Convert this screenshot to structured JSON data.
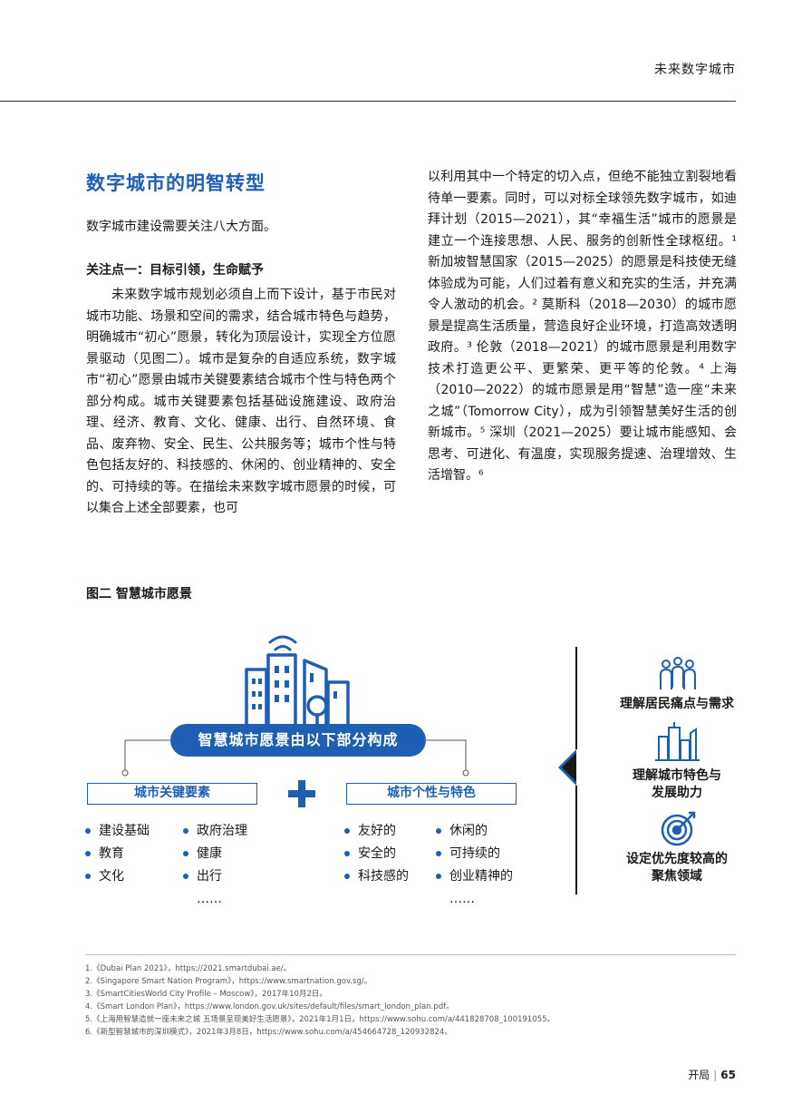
{
  "header": {
    "title": "未来数字城市"
  },
  "section": {
    "title": "数字城市的明智转型",
    "intro": "数字城市建设需要关注八大方面。",
    "focus_heading": "关注点一：目标引领，生命赋予"
  },
  "body": {
    "left_para": "未来数字城市规划必须自上而下设计，基于市民对城市功能、场景和空间的需求，结合城市特色与趋势，明确城市“初心”愿景，转化为顶层设计，实现全方位愿景驱动（见图二）。城市是复杂的自适应系统，数字城市“初心”愿景由城市关键要素结合城市个性与特色两个部分构成。城市关键要素包括基础设施建设、政府治理、经济、教育、文化、健康、出行、自然环境、食品、废弃物、安全、民生、公共服务等；城市个性与特色包括友好的、科技感的、休闲的、创业精神的、安全的、可持续的等。在描绘未来数字城市愿景的时候，可以集合上述全部要素，也可",
    "right_para": "以利用其中一个特定的切入点，但绝不能独立割裂地看待单一要素。同时，可以对标全球领先数字城市，如迪拜计划（2015—2021），其“幸福生活”城市的愿景是建立一个连接思想、人民、服务的创新性全球枢纽。¹ 新加坡智慧国家（2015—2025）的愿景是科技使无缝体验成为可能，人们过着有意义和充实的生活，并充满令人激动的机会。² 莫斯科（2018—2030）的城市愿景是提高生活质量，营造良好企业环境，打造高效透明政府。³ 伦敦（2018—2021）的城市愿景是利用数字技术打造更公平、更繁荣、更平等的伦敦。⁴ 上海（2010—2022）的城市愿景是用“智慧”造一座“未来之城”（Tomorrow City），成为引领智慧美好生活的创新城市。⁵ 深圳（2021—2025）要让城市能感知、会思考、可进化、有温度，实现服务提速、治理增效、生活增智。⁶"
  },
  "figure": {
    "caption": "图二  智慧城市愿景",
    "center_label": "智慧城市愿景由以下部分构成",
    "left_box": "城市关键要素",
    "right_box": "城市个性与特色",
    "left_col1": [
      "建设基础",
      "教育",
      "文化"
    ],
    "left_col2": [
      "政府治理",
      "健康",
      "出行"
    ],
    "right_col1": [
      "友好的",
      "安全的",
      "科技感的"
    ],
    "right_col2": [
      "休闲的",
      "可持续的",
      "创业精神的"
    ],
    "ellipsis": "……",
    "right_items": [
      {
        "icon": "people-group-icon",
        "line1": "理解居民痛点与需求",
        "line2": ""
      },
      {
        "icon": "city-buildings-icon",
        "line1": "理解城市特色与",
        "line2": "发展助力"
      },
      {
        "icon": "target-icon",
        "line1": "设定优先度较高的",
        "line2": "聚焦领域"
      }
    ],
    "accent_color": "#1f5fb3"
  },
  "footnotes": [
    "1.《Dubai Plan 2021》，https://2021.smartdubai.ae/。",
    "2.《Singapore Smart Nation Program》，https://www.smartnation.gov.sg/。",
    "3.《SmartCitiesWorld City Profile – Moscow》，2017年10月2日。",
    "4.《Smart London Plan》，https://www.london.gov.uk/sites/default/files/smart_london_plan.pdf。",
    "5.《上海用智慧造就一座未来之城 五场景呈现美好生活愿景》，2021年1月1日，https://www.sohu.com/a/441828708_100191055。",
    "6.《新型智慧城市的深圳模式》，2021年3月8日，https://www.sohu.com/a/454664728_120932824。"
  ],
  "footer": {
    "section": "开局",
    "page": "65"
  }
}
